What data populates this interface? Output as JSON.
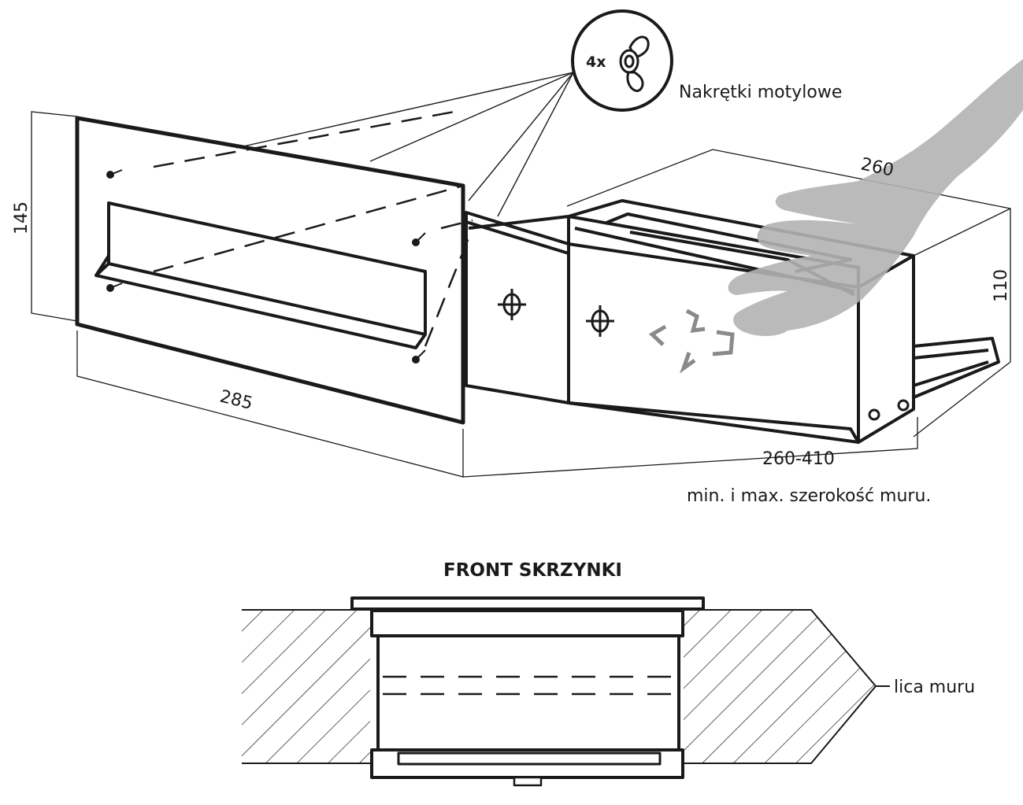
{
  "labels": {
    "fastener_count": "4x",
    "fastener_name": "Nakrętki motylowe",
    "height_dim": "145",
    "front_width_dim": "285",
    "depth_dim": "260",
    "side_height_dim": "110",
    "wall_range_dim": "260-410",
    "wall_range_note": "min. i max. szerokość muru.",
    "section_title": "FRONT SKRZYNKI",
    "wall_face_label": "lica muru"
  },
  "colors": {
    "line": "#1a1a1a",
    "hand": "#b3b3b3"
  },
  "icons": [
    "wing-nut-icon",
    "rotate-arrow-icon",
    "hand-icon"
  ]
}
